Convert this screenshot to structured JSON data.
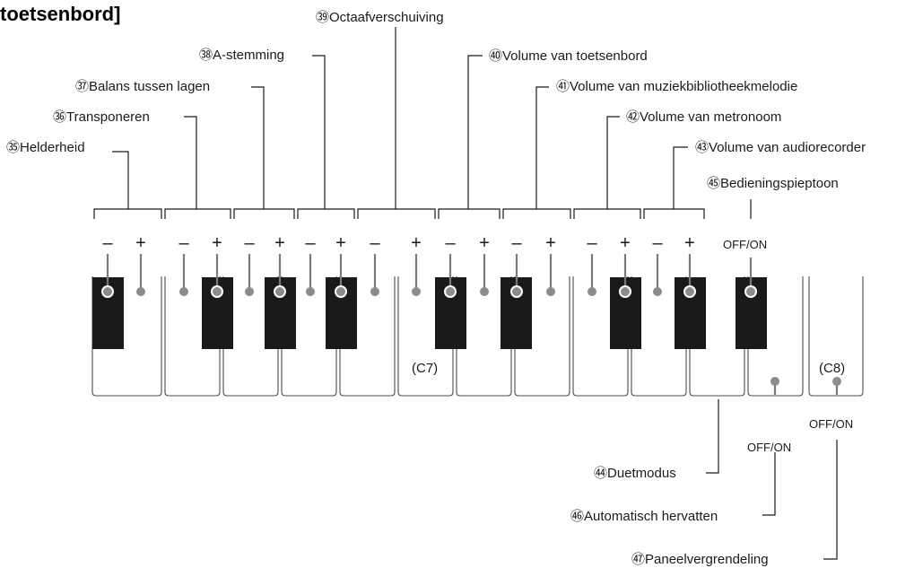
{
  "title": "toetsenbord]",
  "callouts": [
    {
      "id": "35",
      "label": "㉟Helderheid"
    },
    {
      "id": "36",
      "label": "㊱Transponeren"
    },
    {
      "id": "37",
      "label": "㊲Balans tussen lagen"
    },
    {
      "id": "38",
      "label": "㊳A-stemming"
    },
    {
      "id": "39",
      "label": "㊴Octaafverschuiving"
    },
    {
      "id": "40",
      "label": "㊵Volume van toetsenbord"
    },
    {
      "id": "41",
      "label": "㊶Volume van muziekbibliotheekmelodie"
    },
    {
      "id": "42",
      "label": "㊷Volume van metronoom"
    },
    {
      "id": "43",
      "label": "㊸Volume van audiorecorder"
    },
    {
      "id": "45",
      "label": "㊺Bedieningspieptoon"
    },
    {
      "id": "44",
      "label": "㊹Duetmodus"
    },
    {
      "id": "46",
      "label": "㊻Automatisch hervatten"
    },
    {
      "id": "47",
      "label": "㊼Paneelvergrendeling"
    }
  ],
  "minus_sign": "–",
  "plus_sign": "+",
  "off_on": "OFF/ON",
  "key_labels": {
    "c7": "(C7)",
    "c8": "(C8)"
  }
}
